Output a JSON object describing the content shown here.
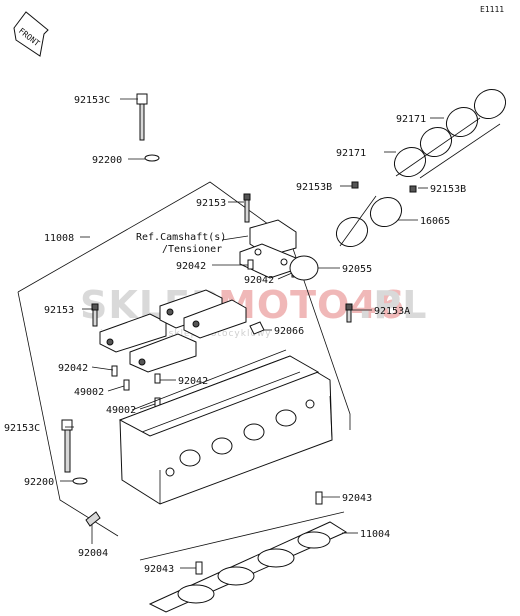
{
  "diagram": {
    "code": "E1111",
    "front_label": "FRONT",
    "reference_text_line1": "Ref.Camshaft(s)",
    "reference_text_line2": "/Tensioner",
    "watermark": {
      "main_left": "SKLEP",
      "main_red": "MOTO46",
      "main_right": ".PL",
      "sub": "internetowy sklep motocyklowy"
    },
    "parts": {
      "p92153C_top": "92153C",
      "p92200_top": "92200",
      "p11008": "11008",
      "p92153_left": "92153",
      "p92042_left": "92042",
      "p49002_a": "49002",
      "p49002_b": "49002",
      "p92153C_bottom": "92153C",
      "p92200_bottom": "92200",
      "p92004": "92004",
      "p92043_bottom": "92043",
      "p92153_mid": "92153",
      "p92042_mid1": "92042",
      "p92042_mid2": "92042",
      "p92042_center": "92042",
      "p92066": "92066",
      "p92153B_left": "92153B",
      "p92153B_right": "92153B",
      "p16065": "16065",
      "p92055": "92055",
      "p92153A": "92153A",
      "p92171_a": "92171",
      "p92171_b": "92171",
      "p92043_right": "92043",
      "p11004": "11004"
    }
  }
}
